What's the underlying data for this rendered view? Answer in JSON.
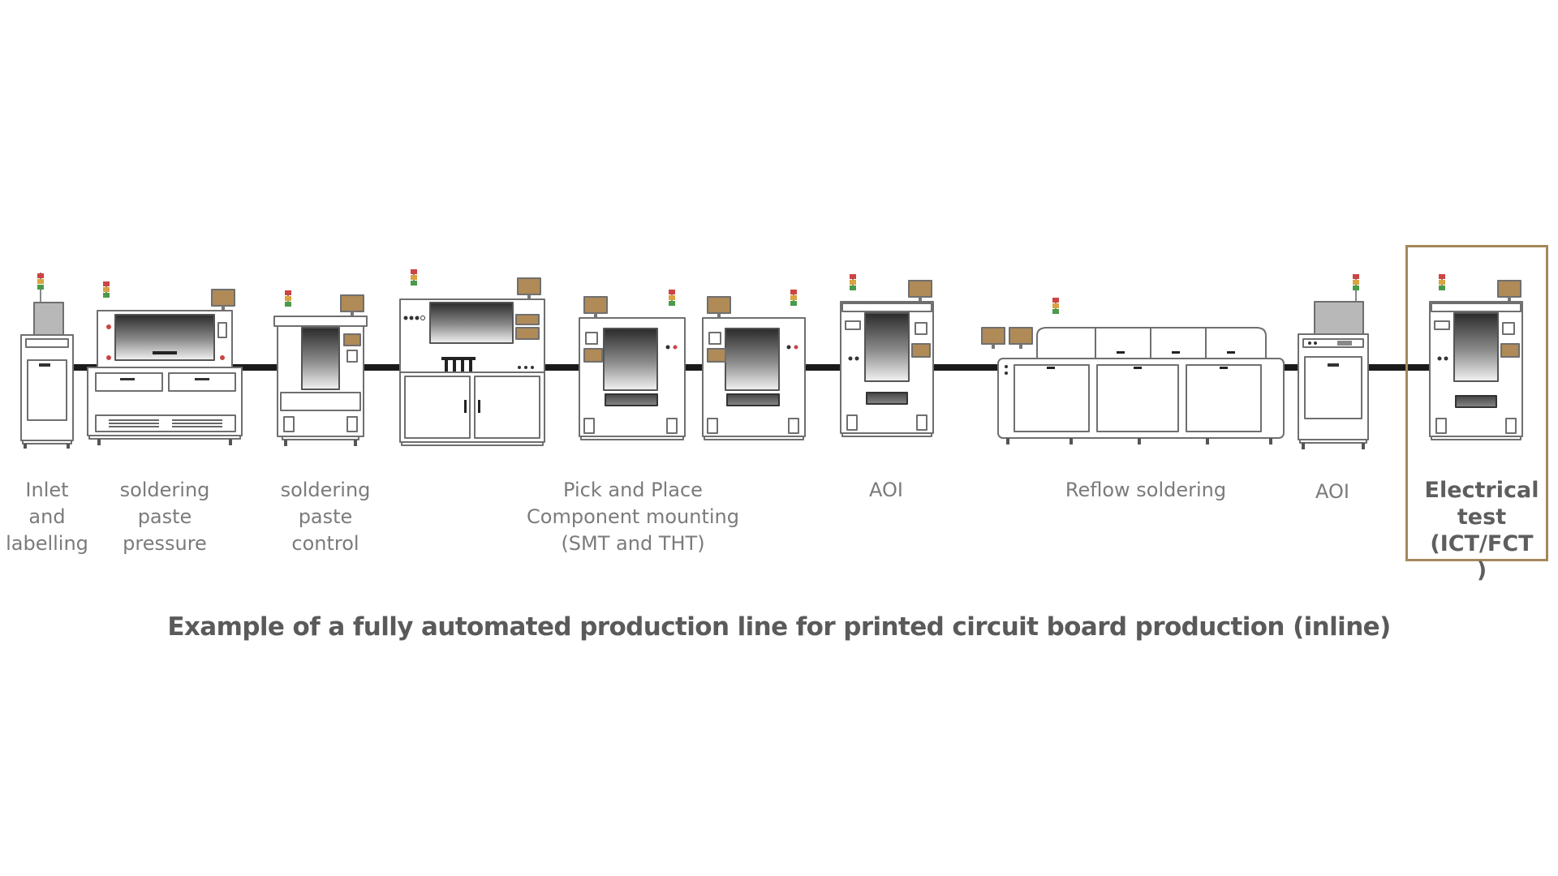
{
  "stations": [
    {
      "id": "inlet",
      "label": "Inlet\nand\nlabelling"
    },
    {
      "id": "paste-pressure",
      "label": "soldering\npaste\npressure"
    },
    {
      "id": "paste-control",
      "label": "soldering\npaste\ncontrol"
    },
    {
      "id": "pick-place",
      "label": "Pick and Place\nComponent mounting\n(SMT and THT)"
    },
    {
      "id": "aoi-1",
      "label": "AOI"
    },
    {
      "id": "reflow",
      "label": "Reflow  soldering"
    },
    {
      "id": "aoi-2",
      "label": "AOI"
    },
    {
      "id": "electrical-test",
      "label": "Electrical\ntest\n(ICT/FCT )",
      "highlighted": true
    }
  ],
  "caption": "Example of a fully  automated production line for printed circuit board production (inline)",
  "colors": {
    "accent": "#a5875a",
    "monitor": "#b08a57",
    "line": "#1a1a1a",
    "outline": "#6f6f6f"
  }
}
